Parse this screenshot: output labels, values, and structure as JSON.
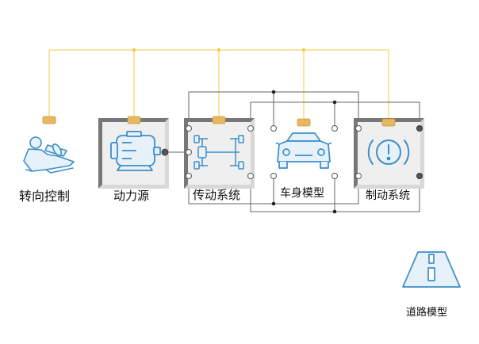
{
  "blocks": {
    "steering": {
      "label": "转向控制"
    },
    "power_source": {
      "label": "动力源"
    },
    "transmission": {
      "label": "传动系统"
    },
    "vehicle_body": {
      "label": "车身模型"
    },
    "brake": {
      "label": "制动系统"
    },
    "road": {
      "label": "道路模型"
    }
  },
  "colors": {
    "signal_bus": "#f2cc4a",
    "connector": "#e8b860",
    "frame_dark": "#777777",
    "frame_light": "#d8d8d8",
    "panel_fill": "#efefef",
    "icon_stroke": "#3d8ec9",
    "icon_fill": "#e6f1fa",
    "wire": "#666666",
    "junction": "#222222"
  },
  "icons": {
    "steering": "driver-steering-icon",
    "power_source": "motor-icon",
    "transmission": "chassis-icon",
    "vehicle_body": "car-front-icon",
    "brake": "brake-warning-icon",
    "road": "road-icon"
  }
}
